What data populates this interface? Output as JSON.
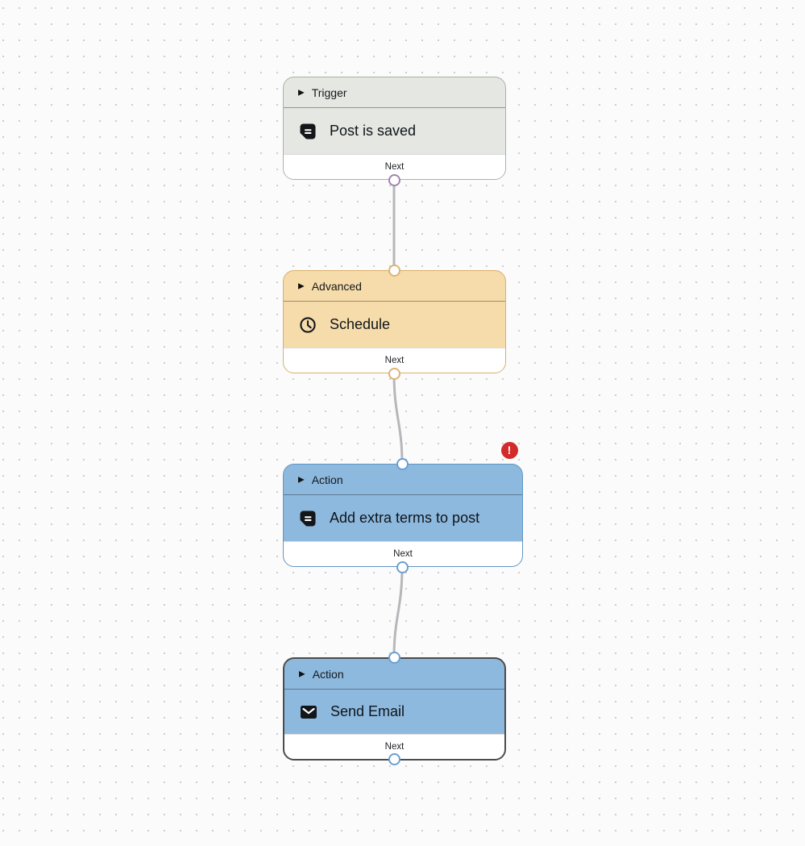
{
  "canvas": {
    "background_color": "#fbfbfb",
    "dot_color": "#cbcbcb"
  },
  "icons": {
    "play_glyph": "▶",
    "error_glyph": "!"
  },
  "nodes": [
    {
      "id": "trigger",
      "header": "Trigger",
      "title": "Post is saved",
      "icon": "document-icon",
      "footer_label": "Next",
      "fill": "#e4e7e2",
      "border": "#a9b3a7",
      "port_color": "#a382ad"
    },
    {
      "id": "advanced",
      "header": "Advanced",
      "title": "Schedule",
      "icon": "clock-icon",
      "footer_label": "Next",
      "fill": "#f6dcaa",
      "border": "#d8ae6a",
      "port_color": "#dab476"
    },
    {
      "id": "action-add-terms",
      "header": "Action",
      "title": "Add extra terms to post",
      "icon": "document-icon",
      "footer_label": "Next",
      "fill": "#8db9de",
      "border": "#5f95c5",
      "port_color": "#6a9fd0",
      "has_error": true
    },
    {
      "id": "action-send-email",
      "header": "Action",
      "title": "Send Email",
      "icon": "mail-icon",
      "footer_label": "Next",
      "fill": "#8db9de",
      "border": "#4c4c4c",
      "port_color": "#6a9fd0",
      "selected": true
    }
  ],
  "edges": [
    {
      "from": "trigger",
      "to": "advanced"
    },
    {
      "from": "advanced",
      "to": "action-add-terms"
    },
    {
      "from": "action-add-terms",
      "to": "action-send-email"
    }
  ],
  "error_badge": {
    "color": "#d32a2a"
  },
  "edge_color": "#b7b7bb"
}
